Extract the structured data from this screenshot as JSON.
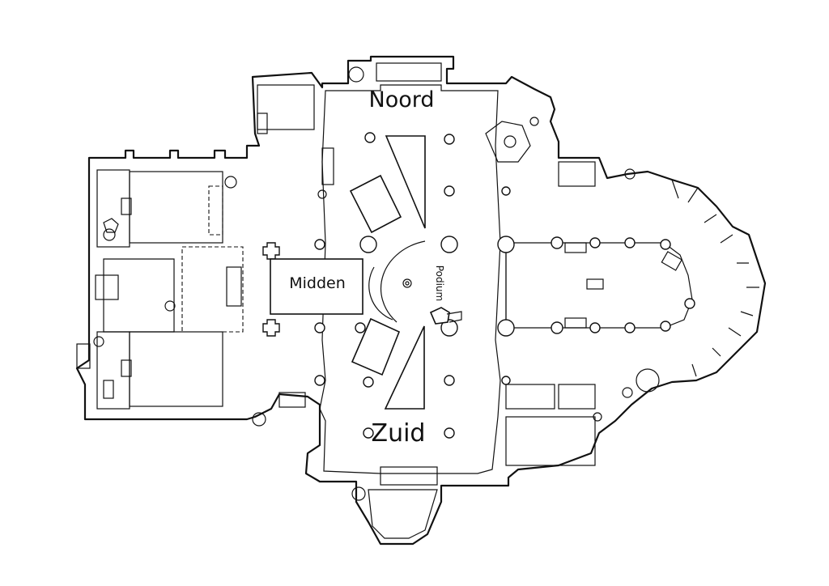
{
  "map": {
    "labels": {
      "north": "Noord",
      "middle": "Midden",
      "podium": "Podium",
      "south": "Zuid"
    }
  }
}
